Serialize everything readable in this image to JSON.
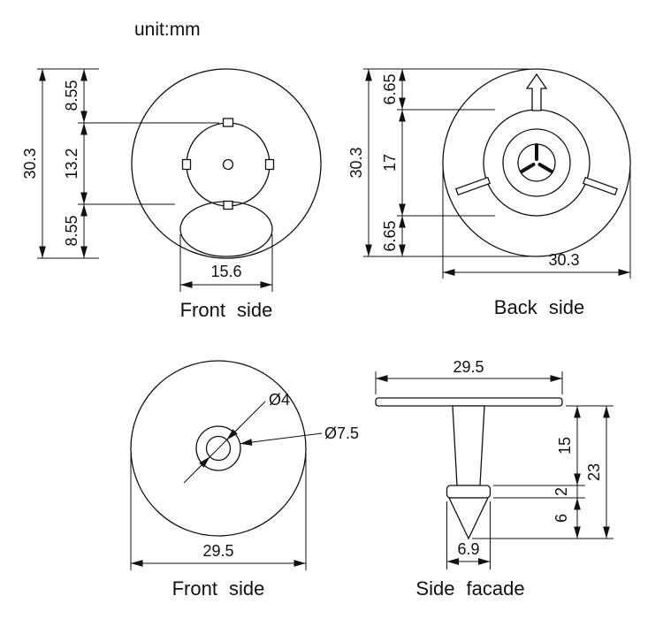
{
  "unit_label": "unit:mm",
  "views": {
    "front_top": {
      "caption": "Front side",
      "dims": {
        "total_height": "30.3",
        "upper_segment": "8.55",
        "middle_segment": "13.2",
        "lower_segment": "8.55",
        "base_width": "15.6"
      }
    },
    "back_top": {
      "caption": "Back side",
      "dims": {
        "total_height": "30.3",
        "upper_segment": "6.65",
        "middle_segment": "17",
        "lower_segment": "6.65",
        "total_width": "30.3"
      }
    },
    "front_bottom": {
      "caption": "Front side",
      "dims": {
        "hole_diameter": "Ø4",
        "boss_diameter": "Ø7.5",
        "total_width": "29.5"
      }
    },
    "side": {
      "caption": "Side facade",
      "dims": {
        "flange_width": "29.5",
        "stem_length": "15",
        "collar_height": "2",
        "tip_length": "6",
        "total_height": "23",
        "tip_width": "6.9"
      }
    }
  }
}
